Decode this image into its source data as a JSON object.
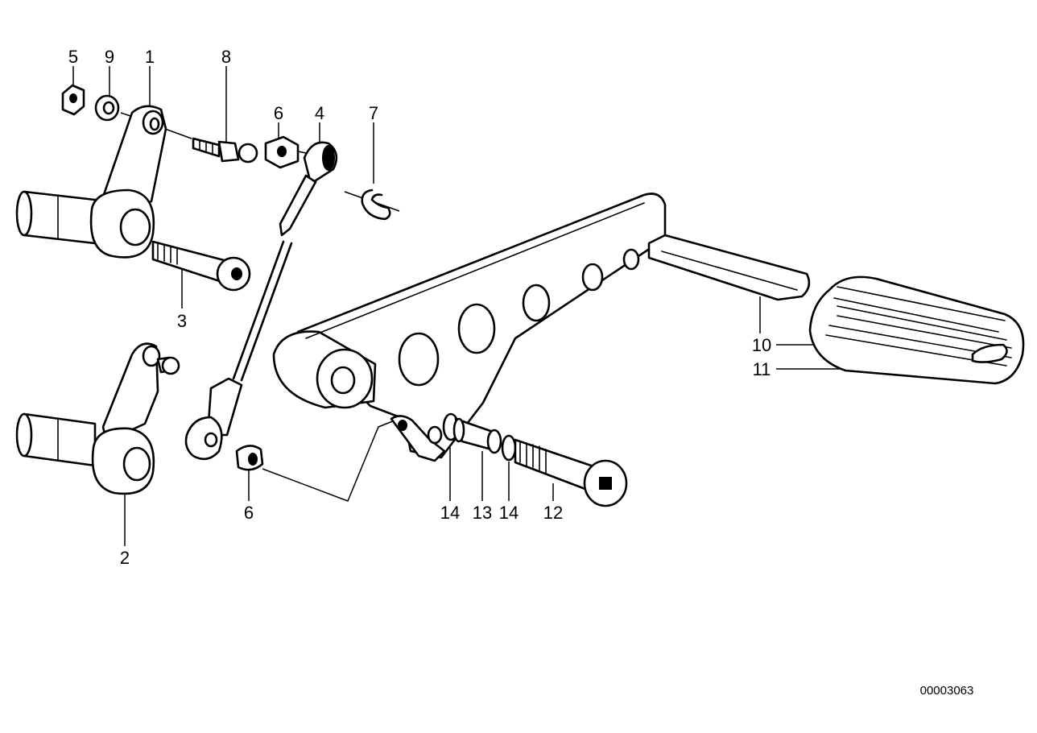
{
  "diagram": {
    "document_number": "00003063",
    "callouts": [
      {
        "id": "c5",
        "text": "5"
      },
      {
        "id": "c9",
        "text": "9"
      },
      {
        "id": "c1",
        "text": "1"
      },
      {
        "id": "c8",
        "text": "8"
      },
      {
        "id": "c6a",
        "text": "6"
      },
      {
        "id": "c4",
        "text": "4"
      },
      {
        "id": "c7",
        "text": "7"
      },
      {
        "id": "c3",
        "text": "3"
      },
      {
        "id": "c2",
        "text": "2"
      },
      {
        "id": "c6b",
        "text": "6"
      },
      {
        "id": "c14a",
        "text": "14"
      },
      {
        "id": "c13",
        "text": "13"
      },
      {
        "id": "c14b",
        "text": "14"
      },
      {
        "id": "c12",
        "text": "12"
      },
      {
        "id": "c10",
        "text": "10"
      },
      {
        "id": "c11",
        "text": "11"
      }
    ]
  }
}
